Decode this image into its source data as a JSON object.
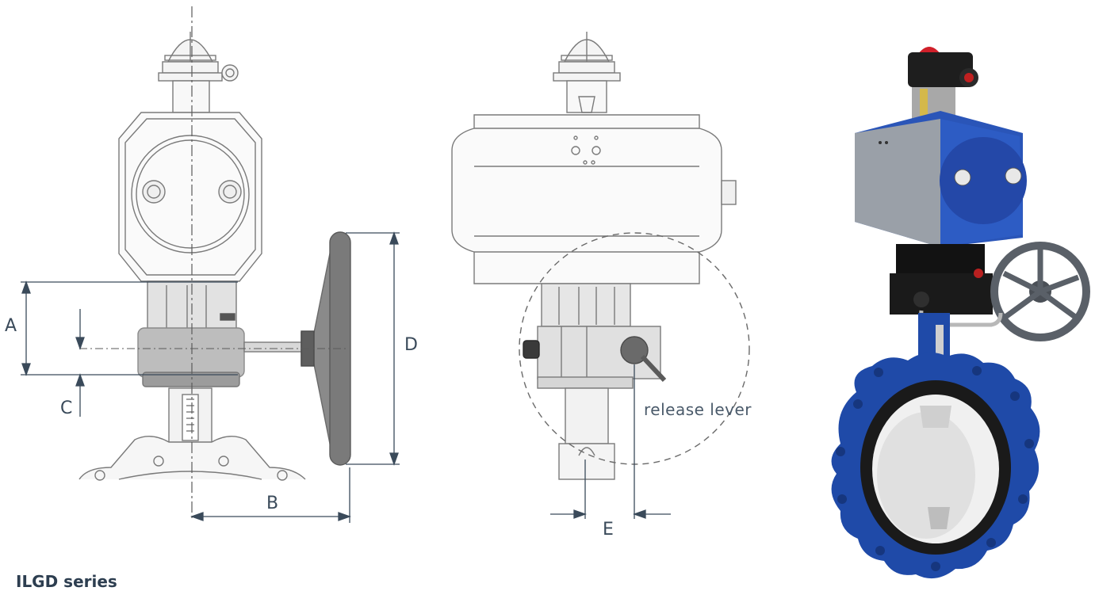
{
  "dimensions": {
    "a": "A",
    "b": "B",
    "c": "C",
    "d": "D",
    "e": "E"
  },
  "callout": {
    "release_lever": "release lever"
  },
  "footer": {
    "series": "ILGD series"
  },
  "colors": {
    "line": "#7a7a7a",
    "dim_line": "#3a4a5a",
    "body_grey": "#c8c8c8",
    "handwheel_grey": "#7d7d7d",
    "actuator_blue": "#2a55b8",
    "actuator_grey": "#9aa0a8",
    "body_blue": "#1f4aa8",
    "liner_black": "#1a1a1a",
    "disc_white": "#e8e8e8",
    "accent_red": "#d0202a"
  }
}
